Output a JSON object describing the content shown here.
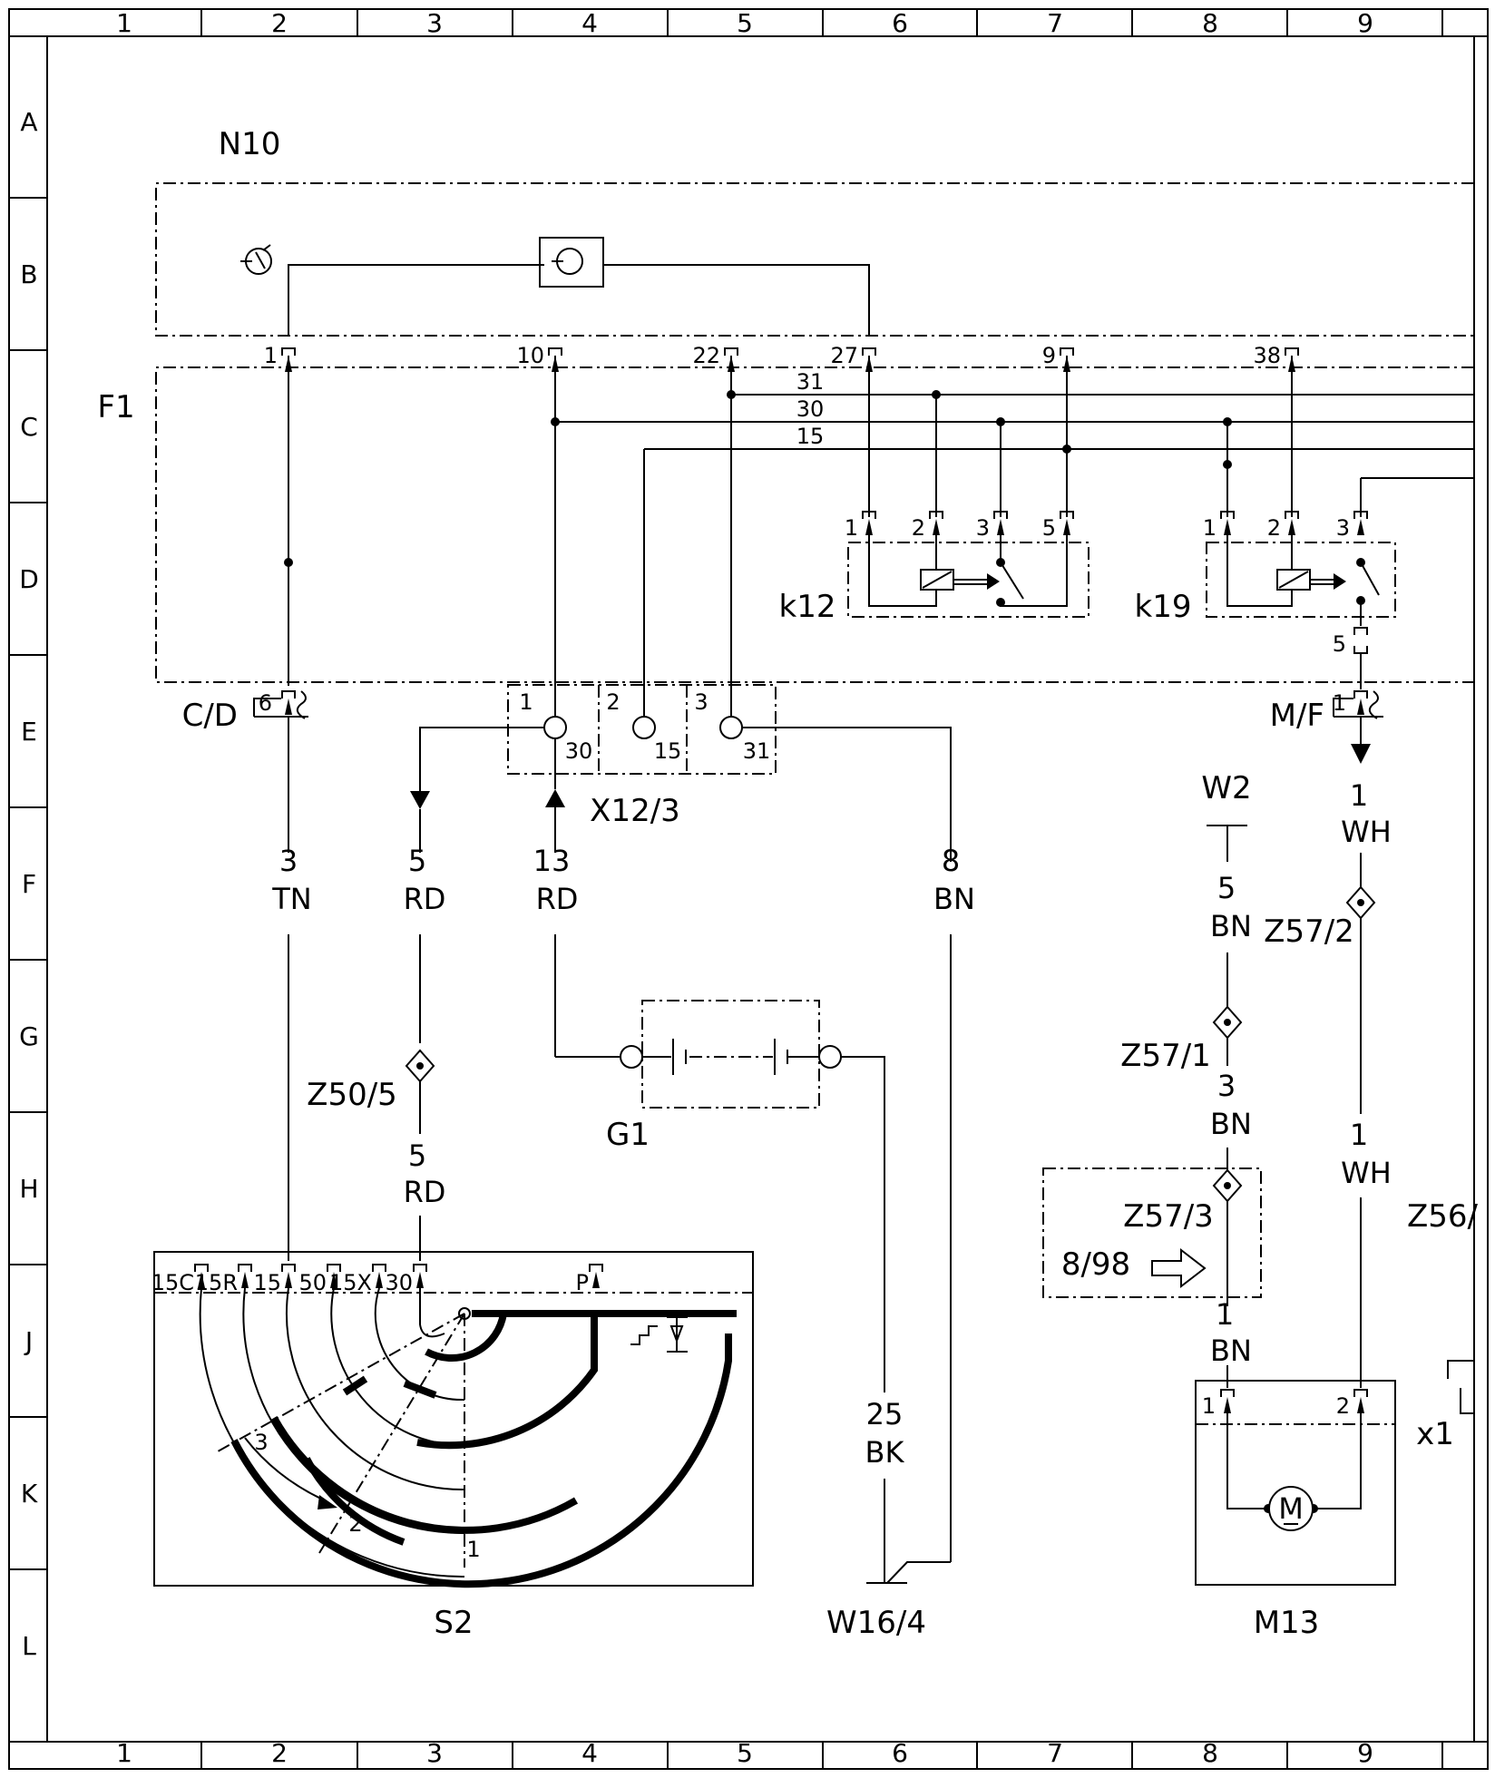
{
  "grid": {
    "columns": [
      "1",
      "2",
      "3",
      "4",
      "5",
      "6",
      "7",
      "8",
      "9"
    ],
    "rows": [
      "A",
      "B",
      "C",
      "D",
      "E",
      "F",
      "G",
      "H",
      "J",
      "K",
      "L"
    ]
  },
  "components": {
    "N10": "N10",
    "F1": "F1",
    "k12": "k12",
    "k19": "k19",
    "X12_3": "X12/3",
    "G1": "G1",
    "S2": "S2",
    "M13": "M13",
    "W16_4": "W16/4",
    "W2": "W2",
    "Z50_5": "Z50/5",
    "Z57_1": "Z57/1",
    "Z57_2": "Z57/2",
    "Z57_3": "Z57/3",
    "Z56": "Z56/",
    "x1": "x1",
    "CD": "C/D",
    "MF": "M/F",
    "ref": "8/98",
    "motor": "M"
  },
  "n10_pins": [
    "1",
    "10",
    "22",
    "27",
    "9",
    "38"
  ],
  "bus": [
    "31",
    "30",
    "15"
  ],
  "k12_pins": [
    "1",
    "2",
    "3",
    "5"
  ],
  "k19_pins": [
    "1",
    "2",
    "3",
    "5"
  ],
  "cd_pin": "6",
  "mf_pin": "1",
  "x12_pins": [
    "1",
    "2",
    "3",
    "30",
    "15",
    "31"
  ],
  "wires": {
    "w_tn": [
      "3",
      "TN"
    ],
    "w_rd5a": [
      "5",
      "RD"
    ],
    "w_rd13": [
      "13",
      "RD"
    ],
    "w_bn8": [
      "8",
      "BN"
    ],
    "w_rd5b": [
      "5",
      "RD"
    ],
    "w_bk25": [
      "25",
      "BK"
    ],
    "w_bn5": [
      "5",
      "BN"
    ],
    "w_bn3": [
      "3",
      "BN"
    ],
    "w_bn1": [
      "1",
      "BN"
    ],
    "w_wh1a": [
      "1",
      "WH"
    ],
    "w_wh1b": [
      "1",
      "WH"
    ]
  },
  "s2_pins": [
    "15C",
    "15R",
    "15",
    "50",
    "15X",
    "30",
    "P"
  ],
  "s2_positions": [
    "3",
    "2",
    "1"
  ],
  "m13_pins": [
    "1",
    "2"
  ]
}
